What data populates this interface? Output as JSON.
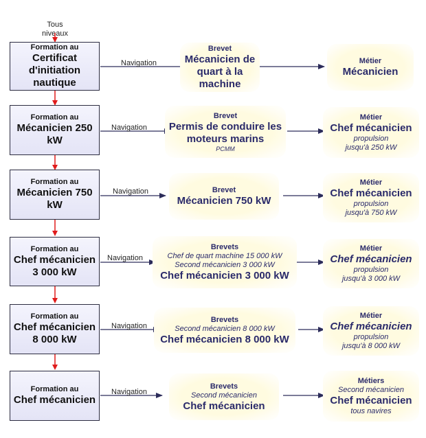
{
  "top_label": "Tous niveaux",
  "nav_label": "Navigation",
  "formation_prefix": "Formation au",
  "rows": [
    {
      "formation": "Certificat d'initiation nautique",
      "brevet": {
        "head": "Brevet",
        "lines": [
          "Mécanicien de quart à la machine"
        ],
        "sub": ""
      },
      "metier": {
        "head": "Métier",
        "title": "Mécanicien",
        "note1": "",
        "note2": ""
      }
    },
    {
      "formation": "Mécanicien 250 kW",
      "brevet": {
        "head": "Brevet",
        "lines": [
          "Permis de conduire les moteurs marins"
        ],
        "sub": "PCMM"
      },
      "metier": {
        "head": "Métier",
        "title": "Chef mécanicien",
        "note1": "propulsion",
        "note2": "jusqu'à 250 kW"
      }
    },
    {
      "formation": "Mécanicien 750 kW",
      "brevet": {
        "head": "Brevet",
        "lines": [
          "Mécanicien 750 kW"
        ],
        "sub": ""
      },
      "metier": {
        "head": "Métier",
        "title": "Chef mécanicien",
        "note1": "propulsion",
        "note2": "jusqu'à 750 kW"
      }
    },
    {
      "formation": "Chef mécanicien 3 000 kW",
      "brevet": {
        "head": "Brevets",
        "italic1": "Chef de quart machine 15 000 kW",
        "italic2": "Second mécanicien 3 000 kW",
        "main": "Chef mécanicien 3 000 kW"
      },
      "metier": {
        "head": "Métier",
        "title": "Chef mécanicien",
        "note1": "propulsion",
        "note2": "jusqu'à 3 000 kW"
      }
    },
    {
      "formation": "Chef mécanicien 8 000 kW",
      "brevet": {
        "head": "Brevets",
        "italic1": "Second mécanicien 8 000 kW",
        "main": "Chef mécanicien 8 000 kW"
      },
      "metier": {
        "head": "Métier",
        "title": "Chef mécanicien",
        "note1": "propulsion",
        "note2": "jusqu'à 8 000 kW"
      }
    },
    {
      "formation": "Chef mécanicien",
      "brevet": {
        "head": "Brevets",
        "italic1": "Second mécanicien",
        "main": "Chef mécanicien"
      },
      "metier": {
        "head": "Métiers",
        "italic1": "Second mécanicien",
        "title": "Chef mécanicien",
        "note1": "tous navires"
      }
    }
  ],
  "colors": {
    "formation_border": "#2b2b3f",
    "text_blue": "#2a2a6a",
    "red_arrow": "#e01b1b",
    "blue_arrow": "#2c2c5a",
    "ellipse": "#fffbe0"
  }
}
